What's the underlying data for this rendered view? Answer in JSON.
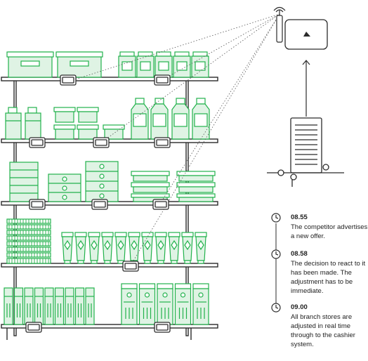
{
  "colors": {
    "ink": "#2b2b2b",
    "green": "#22b24c",
    "green_fill": "#dff3e4"
  },
  "icons": {
    "router": "wifi-router-icon",
    "server": "server-icon",
    "laptop": "laptop-icon",
    "clock": "clock-icon",
    "price_tag": "electronic-price-tag-icon"
  },
  "timeline": {
    "events": [
      {
        "time": "08.55",
        "text": "The competitor advertises a new offer."
      },
      {
        "time": "08.58",
        "text": "The decision to react to it has been made. The adjustment has to be immediate."
      },
      {
        "time": "09.00",
        "text": "All branch stores are adjusted in real time through to the cashier system."
      }
    ]
  }
}
